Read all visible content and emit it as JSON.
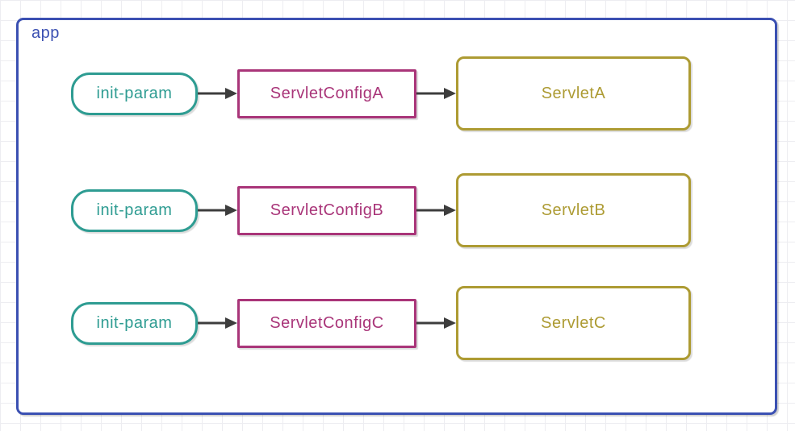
{
  "diagram": {
    "container_label": "app",
    "rows": [
      {
        "param": "init-param",
        "config": "ServletConfigA",
        "servlet": "ServletA"
      },
      {
        "param": "init-param",
        "config": "ServletConfigB",
        "servlet": "ServletB"
      },
      {
        "param": "init-param",
        "config": "ServletConfigC",
        "servlet": "ServletC"
      }
    ],
    "colors": {
      "container": "#3b50b2",
      "param": "#2e9c92",
      "config": "#a93579",
      "servlet": "#ad9b33",
      "arrow": "#3d3d3d",
      "grid": "#ededf1",
      "fill": "#ffffff"
    }
  }
}
